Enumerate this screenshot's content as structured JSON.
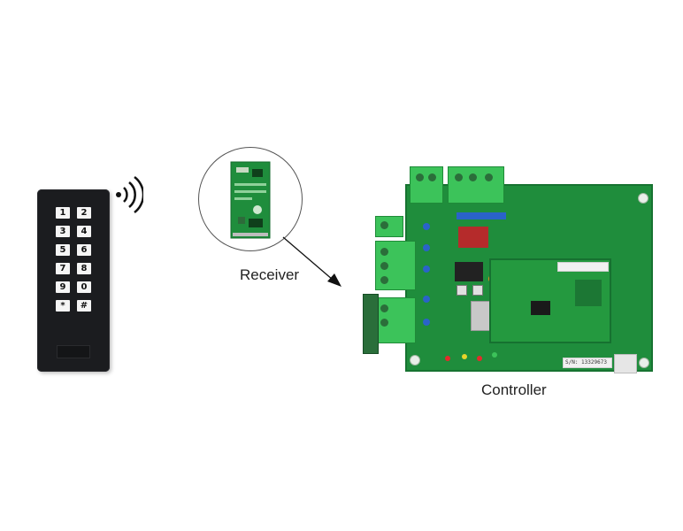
{
  "keypad": {
    "keys": [
      "1",
      "2",
      "3",
      "4",
      "5",
      "6",
      "7",
      "8",
      "9",
      "0",
      "*",
      "#"
    ]
  },
  "labels": {
    "receiver": "Receiver",
    "controller": "Controller"
  },
  "board": {
    "serial_label": "S/N: 13329673"
  },
  "icons": {
    "wireless": "wireless-signal-icon",
    "arrow": "arrow-icon"
  },
  "colors": {
    "pcb_green": "#1f8d3c",
    "terminal_green": "#3cc35a",
    "keypad_black": "#1b1c1f"
  }
}
